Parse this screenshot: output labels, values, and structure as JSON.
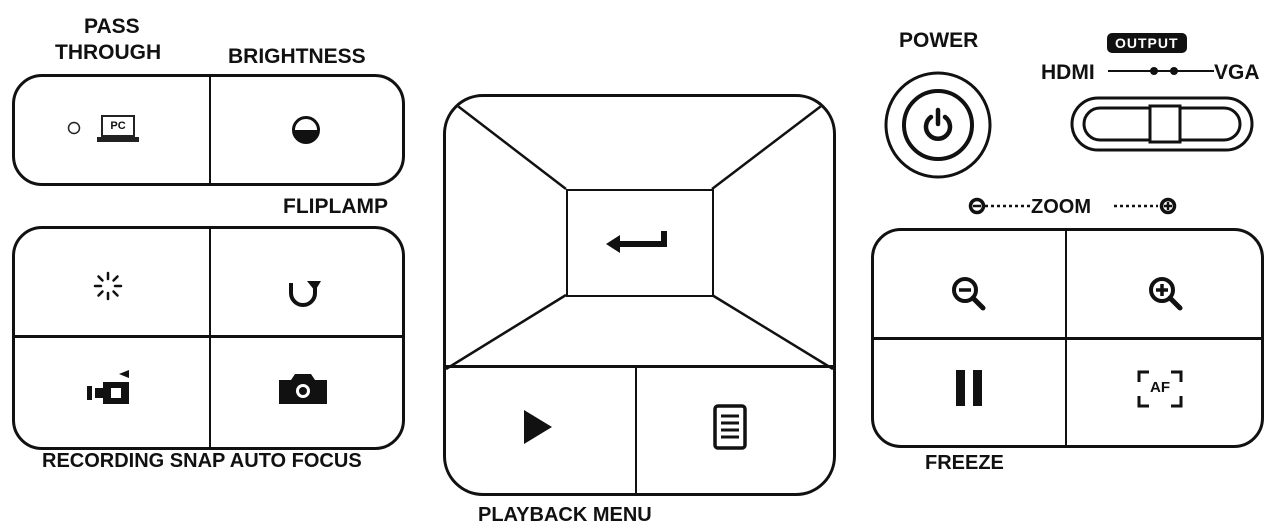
{
  "labels": {
    "pass": "PASS",
    "through": "THROUGH",
    "brightness": "BRIGHTNESS",
    "fliplamp": "FLIPLAMP",
    "bottom_left": "RECORDING SNAP AUTO FOCUS",
    "playback_menu": "PLAYBACK MENU",
    "power": "POWER",
    "output": "OUTPUT",
    "hdmi": "HDMI",
    "vga": "VGA",
    "zoom": "ZOOM",
    "freeze": "FREEZE"
  },
  "pc_icon_text": "PC",
  "af_icon_text": "AF",
  "icons": [
    "led-indicator-icon",
    "pc-icon",
    "brightness-icon",
    "lamp-icon",
    "flip-icon",
    "record-icon",
    "camera-icon",
    "enter-icon",
    "play-icon",
    "menu-icon",
    "power-icon",
    "zoom-out-icon",
    "zoom-in-icon",
    "pause-icon",
    "autofocus-icon"
  ],
  "colors": {
    "ink": "#111111",
    "background": "#ffffff"
  }
}
